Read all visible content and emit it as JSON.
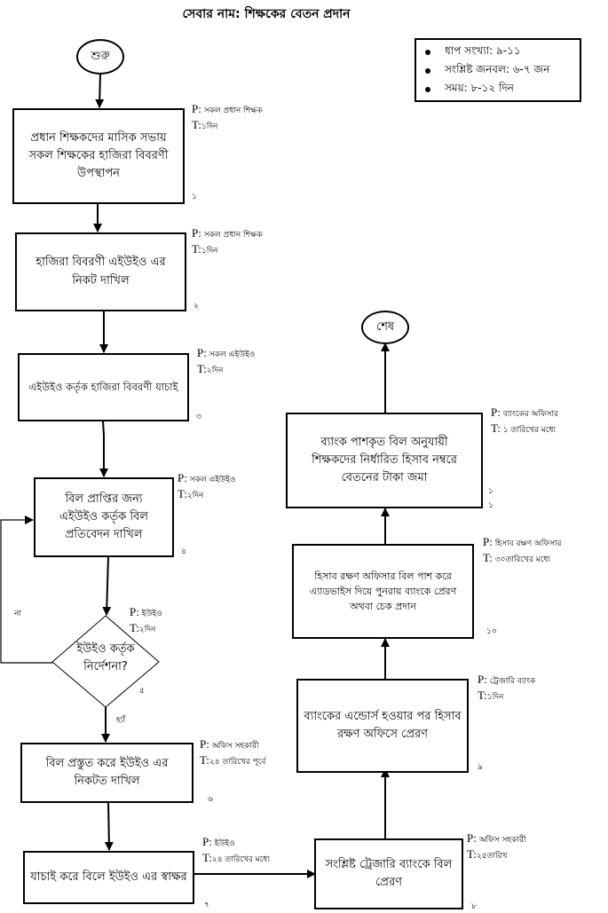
{
  "title": "সেবার নাম: শিক্ষকের বেতন প্রদান",
  "info": {
    "items": [
      "ধাপ সংখ্যা: ৯-১১",
      "সংশ্লিষ্ট জনবল: ৬-৭ জন",
      "সময়: ৮-১২ দিন"
    ]
  },
  "start_label": "শুরু",
  "end_label": "শেষ",
  "meta_keys": {
    "p": "P:",
    "t": "T:"
  },
  "steps": [
    {
      "num": "১",
      "text": "প্রধান শিক্ষকদের মাসিক সভায় সকল শিক্ষকের হাজিরা বিবরণী উপস্থাপন",
      "p": "সকল প্রধান শিক্ষক",
      "t": "১দিন"
    },
    {
      "num": "২",
      "text": "হাজিরা বিবরণী এইউইও এর নিকট দাখিল",
      "p": "সকল প্রধান শিক্ষক",
      "t": "১দিন"
    },
    {
      "num": "৩",
      "text": "এইউইও কর্তৃক হাজিরা বিবরণী যাচাই",
      "p": "সকল এইউইও",
      "t": "২দিন"
    },
    {
      "num": "৪",
      "text": "বিল প্রাপ্তির জন্য এইউইও কর্তৃক বিল প্রতিবেদন দাখিল",
      "p": "সকল এইউইও",
      "t": "২দিন"
    },
    {
      "num": "৫",
      "text": "ইউইও কর্তৃক নির্দেশনা?",
      "p": "ইউইও",
      "t": "২দিন"
    },
    {
      "num": "৬",
      "text": "বিল প্রস্তুত করে ইউইও এর নিকটত দাখিল",
      "p": "অফিস সহকারী",
      "t": "২৪ তারিখের পূর্বে"
    },
    {
      "num": "৭",
      "text": "যাচাই করে বিলে ইউইও এর স্বাক্ষর",
      "p": "ইউইও",
      "t": "২৪ তারিখের মধ্যে"
    },
    {
      "num": "৮",
      "text": "সংশ্লিষ্ট ট্রেজারি ব্যাংকে বিল প্রেরণ",
      "p": "অফিস সহকারী",
      "t": "২৫তারিখ"
    },
    {
      "num": "৯",
      "text": "ব্যাংকের এন্ডোর্স হওয়ার পর হিসাব রক্ষণ অফিসে প্রেরণ",
      "p": "ট্রেজারি ব্যাংক",
      "t": "১দিন"
    },
    {
      "num": "১০",
      "text": "হিসাব রক্ষণ অফিসার বিল পাশ করে এ্যাডভাইস দিয়ে পুনরায় ব্যাংকে প্রেরণ অথবা চেক প্রদান",
      "p": "হিসাব রক্ষণ অফিসার",
      "t": "৩০তারিখের মধ্যে"
    },
    {
      "num_line1": "১",
      "num_line2": "১",
      "text": "ব্যাংক পাশকৃত বিল অনুযায়ী শিক্ষকদের নির্ধারিত হিসাব নম্বরে বেতনের টাকা জমা",
      "p": "ব্যাংকের অফিসার",
      "t": "১ তারিখের মধ্যে"
    }
  ],
  "edge_labels": {
    "no": "না",
    "yes": "হ্যাঁ"
  }
}
